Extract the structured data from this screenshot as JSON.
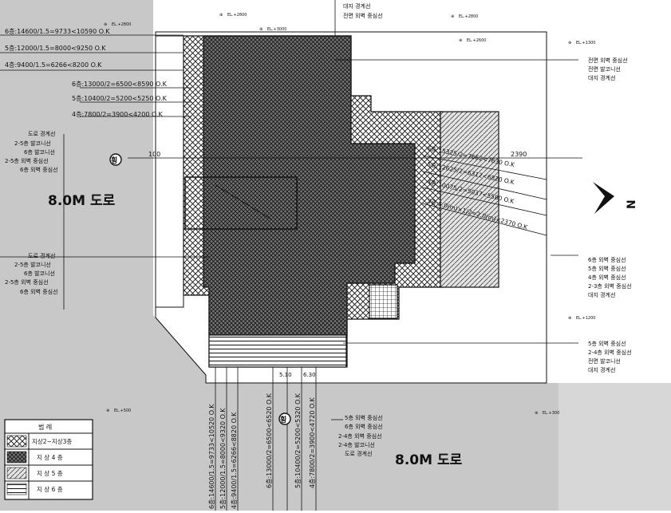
{
  "colors": {
    "road_gray": "#c8c8c8",
    "ink": "#111111",
    "hatch_light": "#bdbdbd"
  },
  "roads": {
    "west_label": "8.0M 도로",
    "south_label": "8.0M 도로"
  },
  "north_arrow": {
    "label": "N"
  },
  "markers": {
    "west": "횡",
    "south": "횡"
  },
  "elevations": {
    "e1": "EL.+2800",
    "e2": "EL.+3000",
    "e3": "EL.+2800",
    "e4": "EL.+1300",
    "e5": "EL.+2600",
    "e6": "EL.+1200",
    "e7": "EL.+500",
    "e8": "EL.+300"
  },
  "top_leaders": [
    "대지 경계선",
    "전면 외벽 중심선"
  ],
  "left_calc": [
    "6층:14600/1.5=9733<10590 O.K",
    "5층:12000/1.5=8000<9250 O.K",
    "4층:9400/1.5=6266<8200 O.K",
    "6층:13000/2=6500<8590 O.K",
    "5층:10400/2=5200<5250 O.K",
    "4층:7800/2=3900<4200 O.K"
  ],
  "left_upper_legend": [
    "도로 경계선",
    "2-5층 발코니선",
    "6층 발코니선",
    "2-5층 외벽 중심선",
    "6층 외벽 중심선"
  ],
  "left_lower_legend": [
    "도로 경계선",
    "2-5층 발코니선",
    "6층 발코니선",
    "2-5층 외벽 중심선",
    "6층 외벽 중심선"
  ],
  "right_top_legend": [
    "전면 외벽 중심선",
    "전면 발코니선",
    "대지 경계선"
  ],
  "right_mid_legend": [
    "6층 외벽 중심선",
    "5층 외벽 중심선",
    "4층 외벽 중심선",
    "2-3층 외벽 중심선",
    "대지 경계선"
  ],
  "right_low_legend": [
    "5층 외벽 중심선",
    "2-4층 외벽 중심선",
    "전면 발코니선",
    "대지 경계선"
  ],
  "diag_calc": [
    "6층:15325/2=7662<7630 O.K",
    "5층:12625/2=6312<6820 O.K",
    "4층:10075/2=5037<5580 O.K",
    "3층:5.0(m)×1/2=2.0(m)<2370 O.K"
  ],
  "dims": {
    "d100": "100",
    "d2390": "2390",
    "d510": "5.10",
    "d630": "6.30"
  },
  "bottom_calc": [
    "6층:14600/1.5=9733<10520 O.K",
    "5층:12000/1.5=8000<9320 O.K",
    "4층:9400/1.5=6266<8820 O.K",
    "6층:13000/2=6500<6520 O.K",
    "5층:10400/2=5200<5320 O.K",
    "4층:7800/2=3900<4720 O.K"
  ],
  "bottom_legend": [
    "5층 외벽 중심선",
    "6층 외벽 중심선",
    "2-4층 외벽 중심선",
    "2-4층 발코니선",
    "도로 경계선"
  ],
  "legend_table": {
    "title": "범 례",
    "rows": [
      "지상2~지상3층",
      "지 상 4 층",
      "지 상 5 층",
      "지 상 6 층"
    ]
  }
}
